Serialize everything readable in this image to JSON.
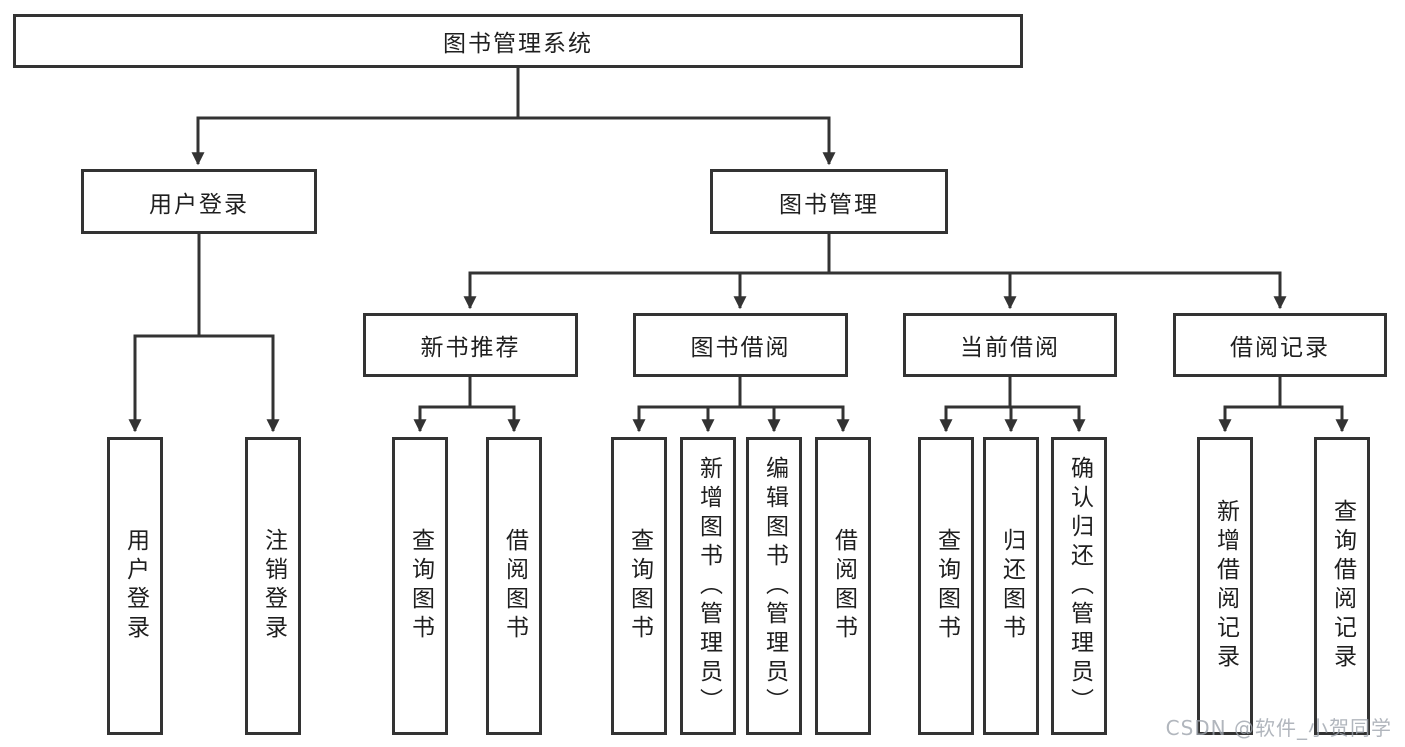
{
  "colors": {
    "line": "#333333",
    "text": "#1f1f1f",
    "background": "#ffffff",
    "watermark": "#9ea4ac"
  },
  "watermark": {
    "text": "CSDN @软件_小贺同学"
  },
  "tree": {
    "root": {
      "label": "图书管理系统",
      "children": [
        {
          "label": "用户登录",
          "children": [
            {
              "label": "用户登录"
            },
            {
              "label": "注销登录"
            }
          ]
        },
        {
          "label": "图书管理",
          "children": [
            {
              "label": "新书推荐",
              "children": [
                {
                  "label": "查询图书"
                },
                {
                  "label": "借阅图书"
                }
              ]
            },
            {
              "label": "图书借阅",
              "children": [
                {
                  "label": "查询图书"
                },
                {
                  "label": "新增图书（管理员）"
                },
                {
                  "label": "编辑图书（管理员）"
                },
                {
                  "label": "借阅图书"
                }
              ]
            },
            {
              "label": "当前借阅",
              "children": [
                {
                  "label": "查询图书"
                },
                {
                  "label": "归还图书"
                },
                {
                  "label": "确认归还（管理员）"
                }
              ]
            },
            {
              "label": "借阅记录",
              "children": [
                {
                  "label": "新增借阅记录"
                },
                {
                  "label": "查询借阅记录"
                }
              ]
            }
          ]
        }
      ]
    }
  }
}
